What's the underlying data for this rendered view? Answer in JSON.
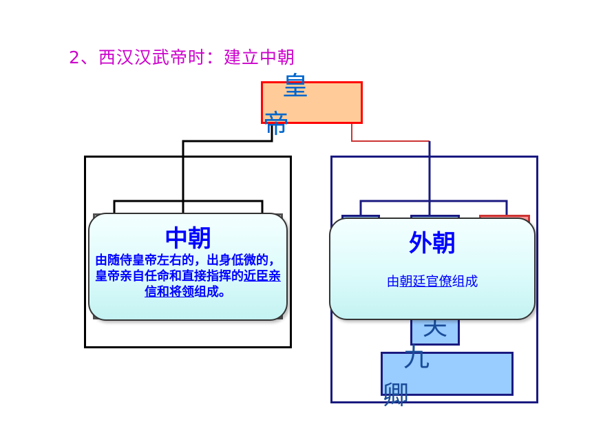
{
  "heading": "2、西汉汉武帝时：建立中朝",
  "emperor_label": "皇 帝",
  "inner_court": {
    "title": "中朝",
    "desc_part1": "由随侍皇帝左右的，出身低微的，皇帝亲自任命和直接指挥的",
    "desc_underlined": "近臣亲信和将领",
    "desc_part2": "组成。"
  },
  "outer_court": {
    "title": "外朝",
    "desc_part1": "由",
    "desc_underlined": "朝廷官僚",
    "desc_part2": "组成",
    "visible_box_char": "夫",
    "ministers_label": "九 卿"
  },
  "colors": {
    "heading": "#cc00cc",
    "emperor_fill": "#ffcc99",
    "emperor_border": "#ff0000",
    "box_fill": "#99ccff",
    "frame_border": "#1a1a80",
    "callout_text": "#0000ff"
  }
}
